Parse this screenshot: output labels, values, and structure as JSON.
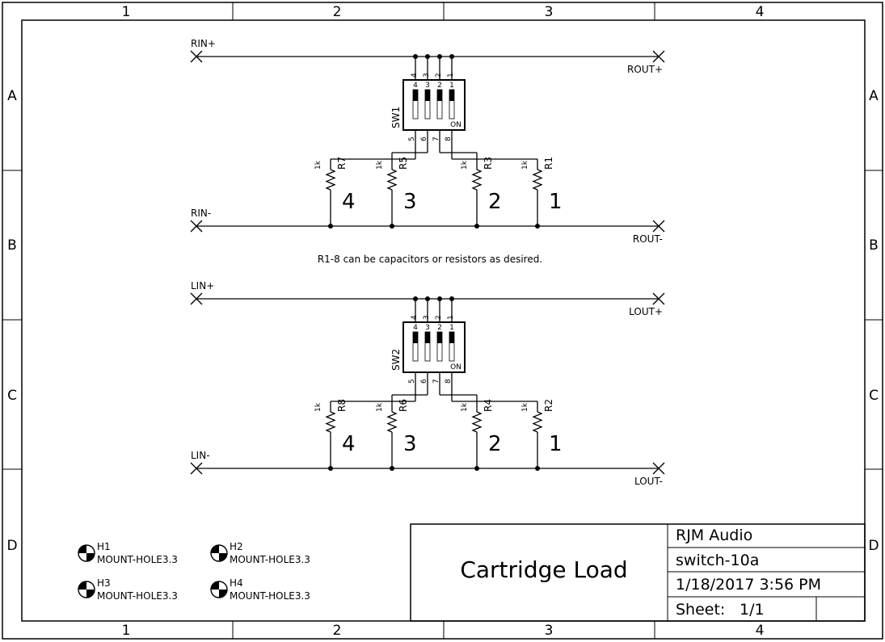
{
  "frame": {
    "columns": [
      "1",
      "2",
      "3",
      "4"
    ],
    "rows": [
      "A",
      "B",
      "C",
      "D"
    ]
  },
  "note": "R1-8 can be capacitors or resistors as desired.",
  "channels": [
    {
      "in_plus": "RIN+",
      "in_minus": "RIN-",
      "out_plus": "ROUT+",
      "out_minus": "ROUT-",
      "switch": {
        "name": "SW1",
        "top_pins": [
          "4",
          "3",
          "2",
          "1"
        ],
        "bottom_pins": [
          "5",
          "6",
          "7",
          "8"
        ],
        "on": "ON"
      },
      "resistors": [
        {
          "name": "R7",
          "value": "1k",
          "position": "4"
        },
        {
          "name": "R5",
          "value": "1k",
          "position": "3"
        },
        {
          "name": "R3",
          "value": "1k",
          "position": "2"
        },
        {
          "name": "R1",
          "value": "1k",
          "position": "1"
        }
      ]
    },
    {
      "in_plus": "LIN+",
      "in_minus": "LIN-",
      "out_plus": "LOUT+",
      "out_minus": "LOUT-",
      "switch": {
        "name": "SW2",
        "top_pins": [
          "4",
          "3",
          "2",
          "1"
        ],
        "bottom_pins": [
          "5",
          "6",
          "7",
          "8"
        ],
        "on": "ON"
      },
      "resistors": [
        {
          "name": "R8",
          "value": "1k",
          "position": "4"
        },
        {
          "name": "R6",
          "value": "1k",
          "position": "3"
        },
        {
          "name": "R4",
          "value": "1k",
          "position": "2"
        },
        {
          "name": "R2",
          "value": "1k",
          "position": "1"
        }
      ]
    }
  ],
  "mount_holes": [
    {
      "name": "H1",
      "part": "MOUNT-HOLE3.3"
    },
    {
      "name": "H2",
      "part": "MOUNT-HOLE3.3"
    },
    {
      "name": "H3",
      "part": "MOUNT-HOLE3.3"
    },
    {
      "name": "H4",
      "part": "MOUNT-HOLE3.3"
    }
  ],
  "title_block": {
    "title": "Cartridge Load",
    "company": "RJM Audio",
    "filename": "switch-10a",
    "date": "1/18/2017 3:56 PM",
    "sheet_label": "Sheet:",
    "sheet_value": "1/1"
  }
}
